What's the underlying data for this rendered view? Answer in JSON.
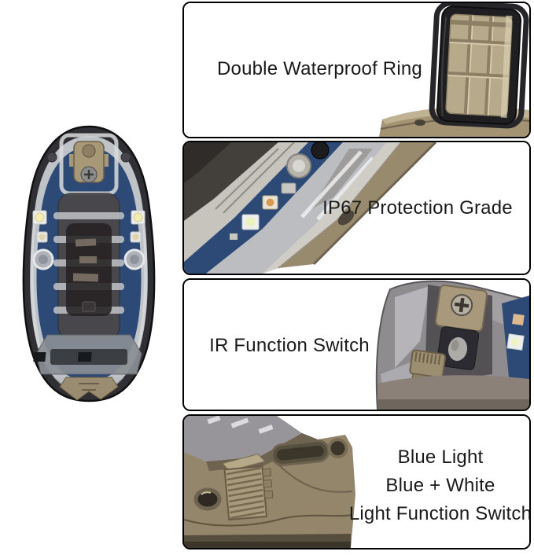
{
  "page": {
    "background": "#ffffff",
    "kind": "product feature callout collage"
  },
  "product_photo": {
    "icon": "strobe-light-front-photo",
    "description_colors": {
      "body_tan": "#94866a",
      "pcb_blue": "#2d4a77",
      "rim_dark": "#303034",
      "lens_smoke": "#9b9897",
      "led_white": "#eceff0",
      "led_yellow": "#f1ecb2"
    }
  },
  "panels": [
    {
      "id": "double-waterproof-ring",
      "label": "Double Waterproof Ring",
      "label_side": "left",
      "photo_side": "right",
      "photo_icon": "waterproof-ring-plate-photo"
    },
    {
      "id": "ip67-protection-grade",
      "label": "IP67 Protection Grade",
      "label_side": "right",
      "photo_side": "left",
      "photo_icon": "device-edge-leds-photo"
    },
    {
      "id": "ir-function-switch",
      "label": "IR Function Switch",
      "label_side": "left",
      "photo_side": "right",
      "photo_icon": "ir-switch-closeup-photo"
    },
    {
      "id": "light-function-switch",
      "lines": [
        "Blue Light",
        "Blue + White",
        "Light Function Switch"
      ],
      "label_side": "right",
      "photo_side": "left",
      "photo_icon": "light-switch-lever-photo"
    }
  ],
  "colors": {
    "panel_border": "#000000",
    "label_text": "#1a1a1a",
    "gasket_black": "#1f1f22",
    "plate_tan": "#b7aa8a",
    "base_tan": "#a39372"
  }
}
